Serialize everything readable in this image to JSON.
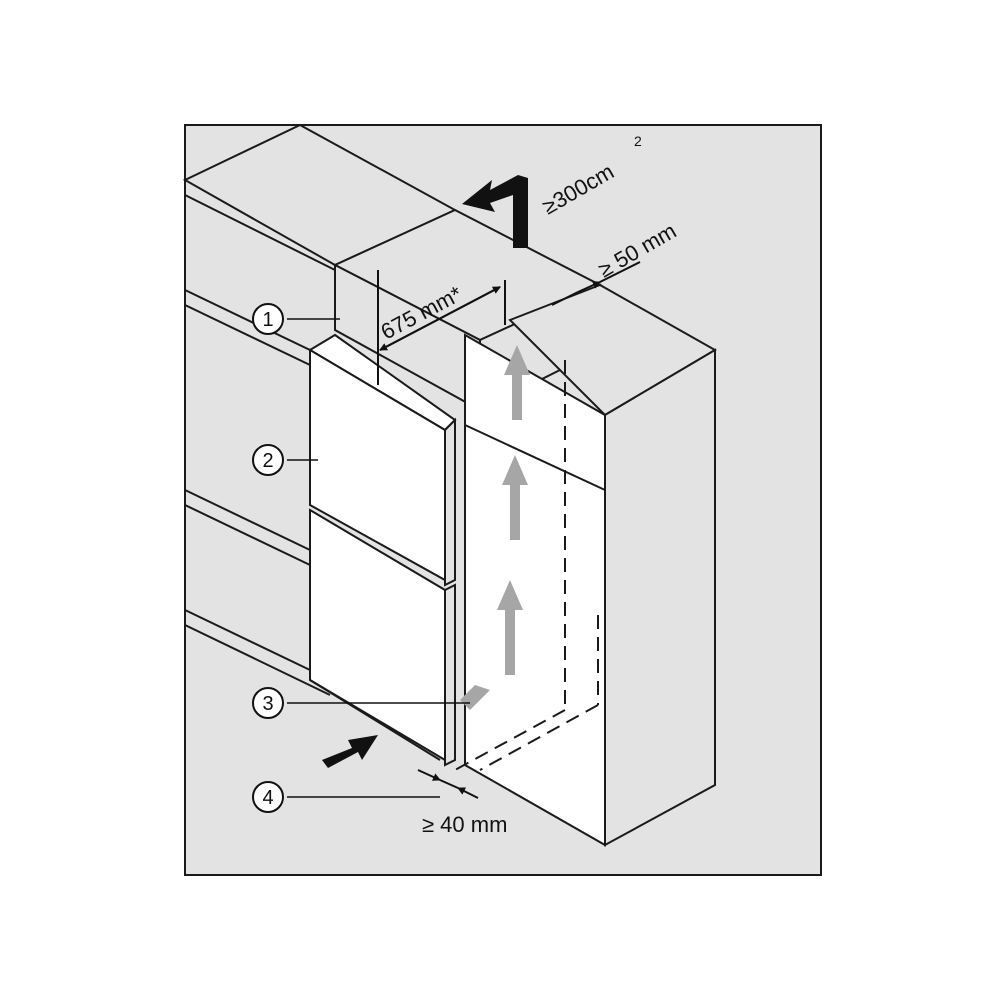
{
  "colors": {
    "background": "#e3e3e3",
    "panel_fill": "#ffffff",
    "line": "#1a1a1a",
    "airflow_arrow": "#a6a6a6",
    "direction_arrow": "#111111"
  },
  "callouts": {
    "one": "1",
    "two": "2",
    "three": "3",
    "four": "4"
  },
  "dimensions": {
    "vent_area": "≥300cm",
    "vent_area_superscript": "2",
    "top_gap": "≥ 50 mm",
    "width": "675 mm*",
    "bottom_gap": "≥ 40 mm"
  },
  "icons": {
    "exhaust_arrow": "exhaust-arrow-icon",
    "intake_arrow": "intake-arrow-icon",
    "airflow_arrows": "airflow-up-arrow-icon"
  }
}
